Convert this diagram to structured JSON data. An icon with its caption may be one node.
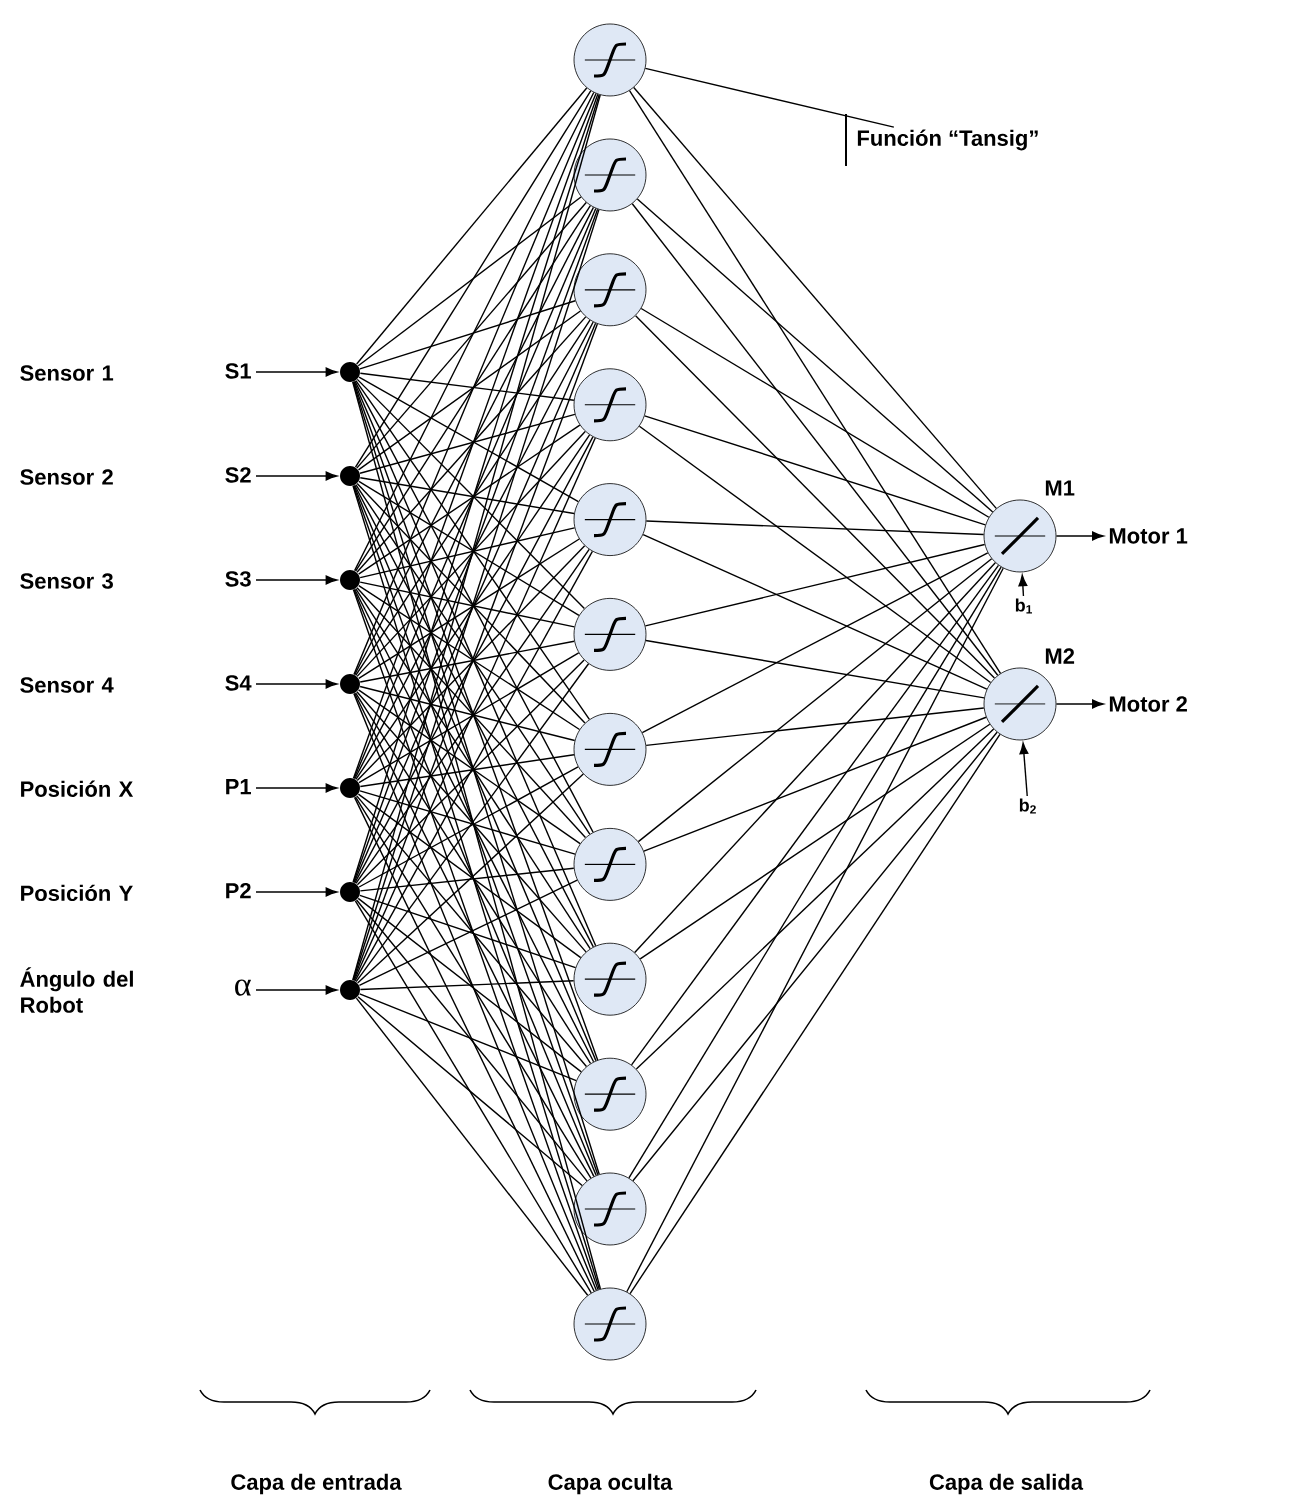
{
  "diagram": {
    "nodes": [
      {
        "text": [
          "Sensor 1",
          "S1"
        ]
      },
      {
        "text": [
          "Sensor 2",
          "S2"
        ]
      },
      {
        "text": [
          "Sensor 3",
          "S3"
        ]
      },
      {
        "text": [
          "Sensor 4",
          "S4"
        ]
      },
      {
        "text": [
          "Posición X",
          "P1"
        ]
      },
      {
        "text": [
          "Posición Y",
          "P2"
        ]
      },
      {
        "text": [
          "Ángulo del Robot",
          "α"
        ]
      },
      {
        "text": [],
        "shape": "circle"
      },
      {
        "text": [],
        "shape": "circle"
      },
      {
        "text": [],
        "shape": "circle"
      },
      {
        "text": [],
        "shape": "circle"
      },
      {
        "text": [],
        "shape": "circle"
      },
      {
        "text": [],
        "shape": "circle"
      },
      {
        "text": [],
        "shape": "circle"
      },
      {
        "text": [],
        "shape": "circle"
      },
      {
        "text": [],
        "shape": "circle"
      },
      {
        "text": [],
        "shape": "circle"
      },
      {
        "text": [],
        "shape": "circle"
      },
      {
        "text": [],
        "shape": "circle"
      },
      {
        "text": [],
        "shape": "circle"
      },
      {
        "text": [],
        "shape": "circle"
      },
      {
        "text": [],
        "shape": "circle"
      },
      {
        "text": [],
        "shape": "circle"
      },
      {
        "text": [],
        "shape": "circle"
      },
      {
        "text": [],
        "shape": "circle"
      },
      {
        "text": [],
        "shape": "circle"
      },
      {
        "text": [],
        "shape": "circle",
        "beside": [
          "M1"
        ]
      },
      {
        "text": [],
        "shape": "circle",
        "beside": [
          "M2"
        ]
      },
      {
        "text": [
          "Motor 1"
        ]
      },
      {
        "text": [
          "Motor 2"
        ]
      },
      {
        "text": [
          "b$_{1}$"
        ]
      },
      {
        "text": [
          "b$_{2}$"
        ]
      },
      {
        "text": [
          "Función “Tansig”"
        ]
      }
    ],
    "edges": [
      {
        "from": 0,
        "to": 7,
        "arrow": "to"
      },
      {
        "from": 1,
        "to": 8,
        "arrow": "to"
      },
      {
        "from": 2,
        "to": 9,
        "arrow": "to"
      },
      {
        "from": 3,
        "to": 10,
        "arrow": "to"
      },
      {
        "from": 4,
        "to": 11,
        "arrow": "to"
      },
      {
        "from": 5,
        "to": 12,
        "arrow": "to"
      },
      {
        "from": 6,
        "to": 13,
        "arrow": "to"
      },
      {
        "from": 7,
        "to": 14,
        "arrow": "none"
      },
      {
        "from": 7,
        "to": 15,
        "arrow": "none"
      },
      {
        "from": 7,
        "to": 16,
        "arrow": "none"
      },
      {
        "from": 7,
        "to": 17,
        "arrow": "none"
      },
      {
        "from": 7,
        "to": 18,
        "arrow": "none"
      },
      {
        "from": 7,
        "to": 19,
        "arrow": "none"
      },
      {
        "from": 7,
        "to": 20,
        "arrow": "none"
      },
      {
        "from": 7,
        "to": 21,
        "arrow": "none"
      },
      {
        "from": 7,
        "to": 22,
        "arrow": "none"
      },
      {
        "from": 7,
        "to": 23,
        "arrow": "none"
      },
      {
        "from": 7,
        "to": 24,
        "arrow": "none"
      },
      {
        "from": 7,
        "to": 25,
        "arrow": "none"
      },
      {
        "from": 8,
        "to": 14,
        "arrow": "none"
      },
      {
        "from": 8,
        "to": 15,
        "arrow": "none"
      },
      {
        "from": 8,
        "to": 16,
        "arrow": "none"
      },
      {
        "from": 8,
        "to": 17,
        "arrow": "none"
      },
      {
        "from": 8,
        "to": 18,
        "arrow": "none"
      },
      {
        "from": 8,
        "to": 19,
        "arrow": "none"
      },
      {
        "from": 8,
        "to": 20,
        "arrow": "none"
      },
      {
        "from": 8,
        "to": 21,
        "arrow": "none"
      },
      {
        "from": 8,
        "to": 22,
        "arrow": "none"
      },
      {
        "from": 8,
        "to": 23,
        "arrow": "none"
      },
      {
        "from": 8,
        "to": 24,
        "arrow": "none"
      },
      {
        "from": 8,
        "to": 25,
        "arrow": "none"
      },
      {
        "from": 9,
        "to": 14,
        "arrow": "none"
      },
      {
        "from": 9,
        "to": 15,
        "arrow": "none"
      },
      {
        "from": 9,
        "to": 16,
        "arrow": "none"
      },
      {
        "from": 9,
        "to": 17,
        "arrow": "none"
      },
      {
        "from": 9,
        "to": 18,
        "arrow": "none"
      },
      {
        "from": 9,
        "to": 19,
        "arrow": "none"
      },
      {
        "from": 9,
        "to": 20,
        "arrow": "none"
      },
      {
        "from": 9,
        "to": 21,
        "arrow": "none"
      },
      {
        "from": 9,
        "to": 22,
        "arrow": "none"
      },
      {
        "from": 9,
        "to": 23,
        "arrow": "none"
      },
      {
        "from": 9,
        "to": 24,
        "arrow": "none"
      },
      {
        "from": 9,
        "to": 25,
        "arrow": "none"
      },
      {
        "from": 10,
        "to": 14,
        "arrow": "none"
      },
      {
        "from": 10,
        "to": 15,
        "arrow": "none"
      },
      {
        "from": 10,
        "to": 16,
        "arrow": "none"
      },
      {
        "from": 10,
        "to": 17,
        "arrow": "none"
      },
      {
        "from": 10,
        "to": 18,
        "arrow": "none"
      },
      {
        "from": 10,
        "to": 19,
        "arrow": "none"
      },
      {
        "from": 10,
        "to": 20,
        "arrow": "none"
      },
      {
        "from": 10,
        "to": 21,
        "arrow": "none"
      },
      {
        "from": 10,
        "to": 22,
        "arrow": "none"
      },
      {
        "from": 10,
        "to": 23,
        "arrow": "none"
      },
      {
        "from": 10,
        "to": 24,
        "arrow": "none"
      },
      {
        "from": 10,
        "to": 25,
        "arrow": "none"
      },
      {
        "from": 11,
        "to": 14,
        "arrow": "none"
      },
      {
        "from": 11,
        "to": 15,
        "arrow": "none"
      },
      {
        "from": 11,
        "to": 16,
        "arrow": "none"
      },
      {
        "from": 11,
        "to": 17,
        "arrow": "none"
      },
      {
        "from": 11,
        "to": 18,
        "arrow": "none"
      },
      {
        "from": 11,
        "to": 19,
        "arrow": "none"
      },
      {
        "from": 11,
        "to": 20,
        "arrow": "none"
      },
      {
        "from": 11,
        "to": 21,
        "arrow": "none"
      },
      {
        "from": 11,
        "to": 22,
        "arrow": "none"
      },
      {
        "from": 11,
        "to": 23,
        "arrow": "none"
      },
      {
        "from": 11,
        "to": 24,
        "arrow": "none"
      },
      {
        "from": 11,
        "to": 25,
        "arrow": "none"
      },
      {
        "from": 12,
        "to": 14,
        "arrow": "none"
      },
      {
        "from": 12,
        "to": 15,
        "arrow": "none"
      },
      {
        "from": 12,
        "to": 16,
        "arrow": "none"
      },
      {
        "from": 12,
        "to": 17,
        "arrow": "none"
      },
      {
        "from": 12,
        "to": 18,
        "arrow": "none"
      },
      {
        "from": 12,
        "to": 19,
        "arrow": "none"
      },
      {
        "from": 12,
        "to": 20,
        "arrow": "none"
      },
      {
        "from": 12,
        "to": 21,
        "arrow": "none"
      },
      {
        "from": 12,
        "to": 22,
        "arrow": "none"
      },
      {
        "from": 12,
        "to": 23,
        "arrow": "none"
      },
      {
        "from": 12,
        "to": 24,
        "arrow": "none"
      },
      {
        "from": 12,
        "to": 25,
        "arrow": "none"
      },
      {
        "from": 13,
        "to": 14,
        "arrow": "none"
      },
      {
        "from": 13,
        "to": 15,
        "arrow": "none"
      },
      {
        "from": 13,
        "to": 16,
        "arrow": "none"
      },
      {
        "from": 13,
        "to": 17,
        "arrow": "none"
      },
      {
        "from": 13,
        "to": 18,
        "arrow": "none"
      },
      {
        "from": 13,
        "to": 19,
        "arrow": "none"
      },
      {
        "from": 13,
        "to": 20,
        "arrow": "none"
      },
      {
        "from": 13,
        "to": 21,
        "arrow": "none"
      },
      {
        "from": 13,
        "to": 22,
        "arrow": "none"
      },
      {
        "from": 13,
        "to": 23,
        "arrow": "none"
      },
      {
        "from": 13,
        "to": 24,
        "arrow": "none"
      },
      {
        "from": 13,
        "to": 25,
        "arrow": "none"
      },
      {
        "from": 14,
        "to": 26,
        "arrow": "none"
      },
      {
        "from": 14,
        "to": 27,
        "arrow": "none"
      },
      {
        "from": 15,
        "to": 26,
        "arrow": "none"
      },
      {
        "from": 15,
        "to": 27,
        "arrow": "none"
      },
      {
        "from": 16,
        "to": 26,
        "arrow": "none"
      },
      {
        "from": 16,
        "to": 27,
        "arrow": "none"
      },
      {
        "from": 17,
        "to": 26,
        "arrow": "none"
      },
      {
        "from": 17,
        "to": 27,
        "arrow": "none"
      },
      {
        "from": 18,
        "to": 26,
        "arrow": "none"
      },
      {
        "from": 18,
        "to": 27,
        "arrow": "none"
      },
      {
        "from": 19,
        "to": 26,
        "arrow": "none"
      },
      {
        "from": 19,
        "to": 27,
        "arrow": "none"
      },
      {
        "from": 20,
        "to": 26,
        "arrow": "none"
      },
      {
        "from": 20,
        "to": 27,
        "arrow": "none"
      },
      {
        "from": 21,
        "to": 26,
        "arrow": "none"
      },
      {
        "from": 21,
        "to": 27,
        "arrow": "none"
      },
      {
        "from": 22,
        "to": 26,
        "arrow": "none"
      },
      {
        "from": 22,
        "to": 27,
        "arrow": "none"
      },
      {
        "from": 23,
        "to": 26,
        "arrow": "none"
      },
      {
        "from": 23,
        "to": 27,
        "arrow": "none"
      },
      {
        "from": 24,
        "to": 26,
        "arrow": "none"
      },
      {
        "from": 24,
        "to": 27,
        "arrow": "none"
      },
      {
        "from": 25,
        "to": 26,
        "arrow": "none"
      },
      {
        "from": 25,
        "to": 27,
        "arrow": "none"
      },
      {
        "from": 26,
        "to": 28,
        "arrow": "to"
      },
      {
        "from": 27,
        "to": 29,
        "arrow": "to"
      },
      {
        "from": 30,
        "to": 26,
        "arrow": "to"
      },
      {
        "from": 31,
        "to": 27,
        "arrow": "to"
      },
      {
        "from": 32,
        "to": 14,
        "arrow": "none"
      }
    ],
    "labels": [
      "Capa de entrada",
      "Capa oculta",
      "Capa de salida"
    ]
  }
}
